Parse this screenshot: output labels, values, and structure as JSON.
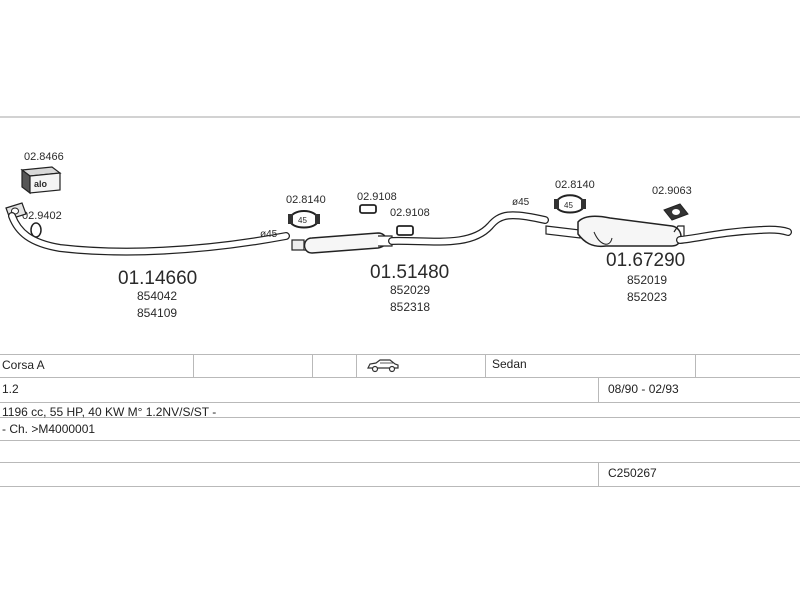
{
  "diagram": {
    "parts": {
      "front_pipe": {
        "number": "01.14660",
        "refs": [
          "854042",
          "854109"
        ]
      },
      "middle_silencer": {
        "number": "01.51480",
        "refs": [
          "852029",
          "852318"
        ]
      },
      "rear_silencer": {
        "number": "01.67290",
        "refs": [
          "852019",
          "852023"
        ]
      }
    },
    "accessories": {
      "gasket_box": "02.8466",
      "flange_ring": "02.9402",
      "clamp_left": "02.8140",
      "rubber_hanger_1": "02.9108",
      "rubber_hanger_2": "02.9108",
      "clamp_right": "02.8140",
      "rear_hanger": "02.9063"
    },
    "clamp_labels": {
      "left": "45",
      "right": "45"
    },
    "gasket_box_text": "alo",
    "diameter_labels": {
      "first": "ø45",
      "second": "ø45"
    }
  },
  "table": {
    "model": "Corsa A",
    "body_type": "Sedan",
    "engine": "1.2",
    "years": "08/90 - 02/93",
    "spec_line1": "1196 cc, 55 HP, 40 KW M° 1.2NV/S/ST -",
    "spec_line2": "- Ch. >M4000001",
    "catalog_code": "C250267"
  },
  "icons": {
    "car": "car-sedan-icon"
  }
}
